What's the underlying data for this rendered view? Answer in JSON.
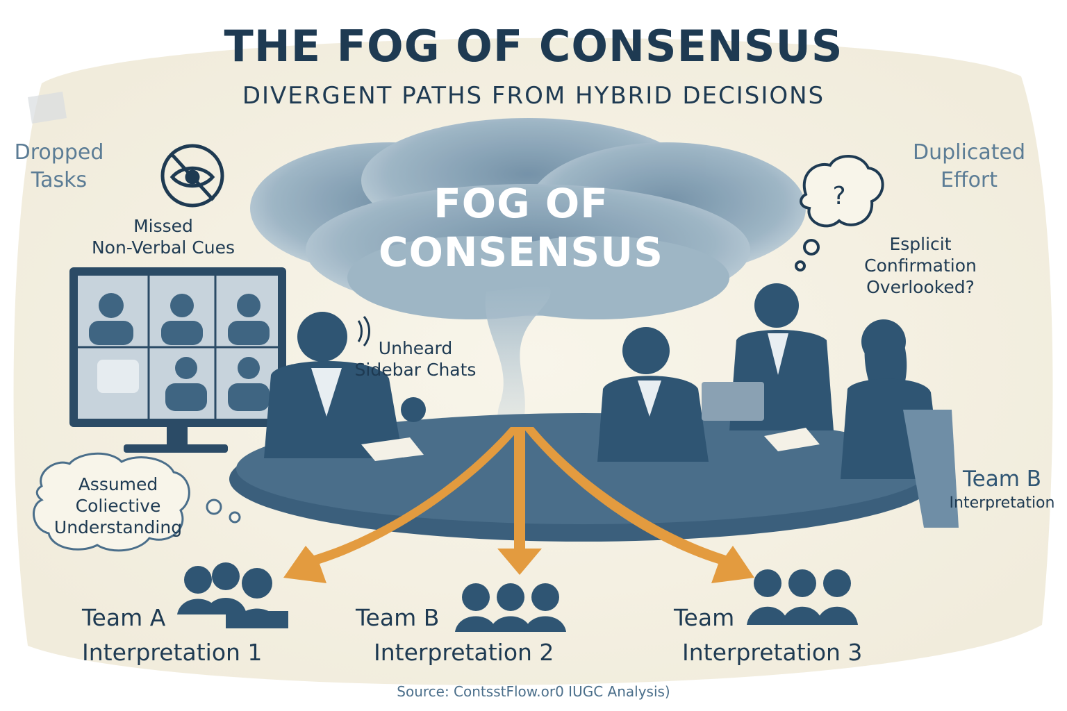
{
  "header": {
    "title": "THE FOG OF CONSENSUS",
    "subtitle": "DIVERGENT PATHS FROM HYBRID DECISIONS"
  },
  "fog": {
    "line1": "FOG OF",
    "line2": "CONSENSUS"
  },
  "corners": {
    "left_line1": "Dropped",
    "left_line2": "Tasks",
    "right_line1": "Duplicated",
    "right_line2": "Effort"
  },
  "notes": {
    "missed_line1": "Missed",
    "missed_line2": "Non-Verbal Cues",
    "sidebar_line1": "Unheard",
    "sidebar_line2": "Sidebar Chats",
    "confirm_line1": "Esplicit",
    "confirm_line2": "Confirmation",
    "confirm_line3": "Overlooked?",
    "assumed_line1": "Assumed",
    "assumed_line2": "Coliective",
    "assumed_line3": "Understanding",
    "question_mark": "?"
  },
  "side_team": {
    "name": "Team B",
    "sub": "Interpretation"
  },
  "teams": [
    {
      "name": "Team A",
      "interpretation": "Interpretation 1"
    },
    {
      "name": "Team B",
      "interpretation": "Interpretation 2"
    },
    {
      "name": "Team",
      "interpretation": "Interpretation 3"
    }
  ],
  "source": "Source: ContsstFlow.or0 IUGC Analysis)",
  "colors": {
    "navy": "#1e3a52",
    "figure": "#2f5573",
    "fog": "#8aa7bb",
    "arrow": "#e39b3f",
    "background": "#f6f2e6"
  },
  "icons": [
    "eye-slash-icon",
    "thought-bubble-icon",
    "sound-wave-icon",
    "people-group-icon"
  ]
}
